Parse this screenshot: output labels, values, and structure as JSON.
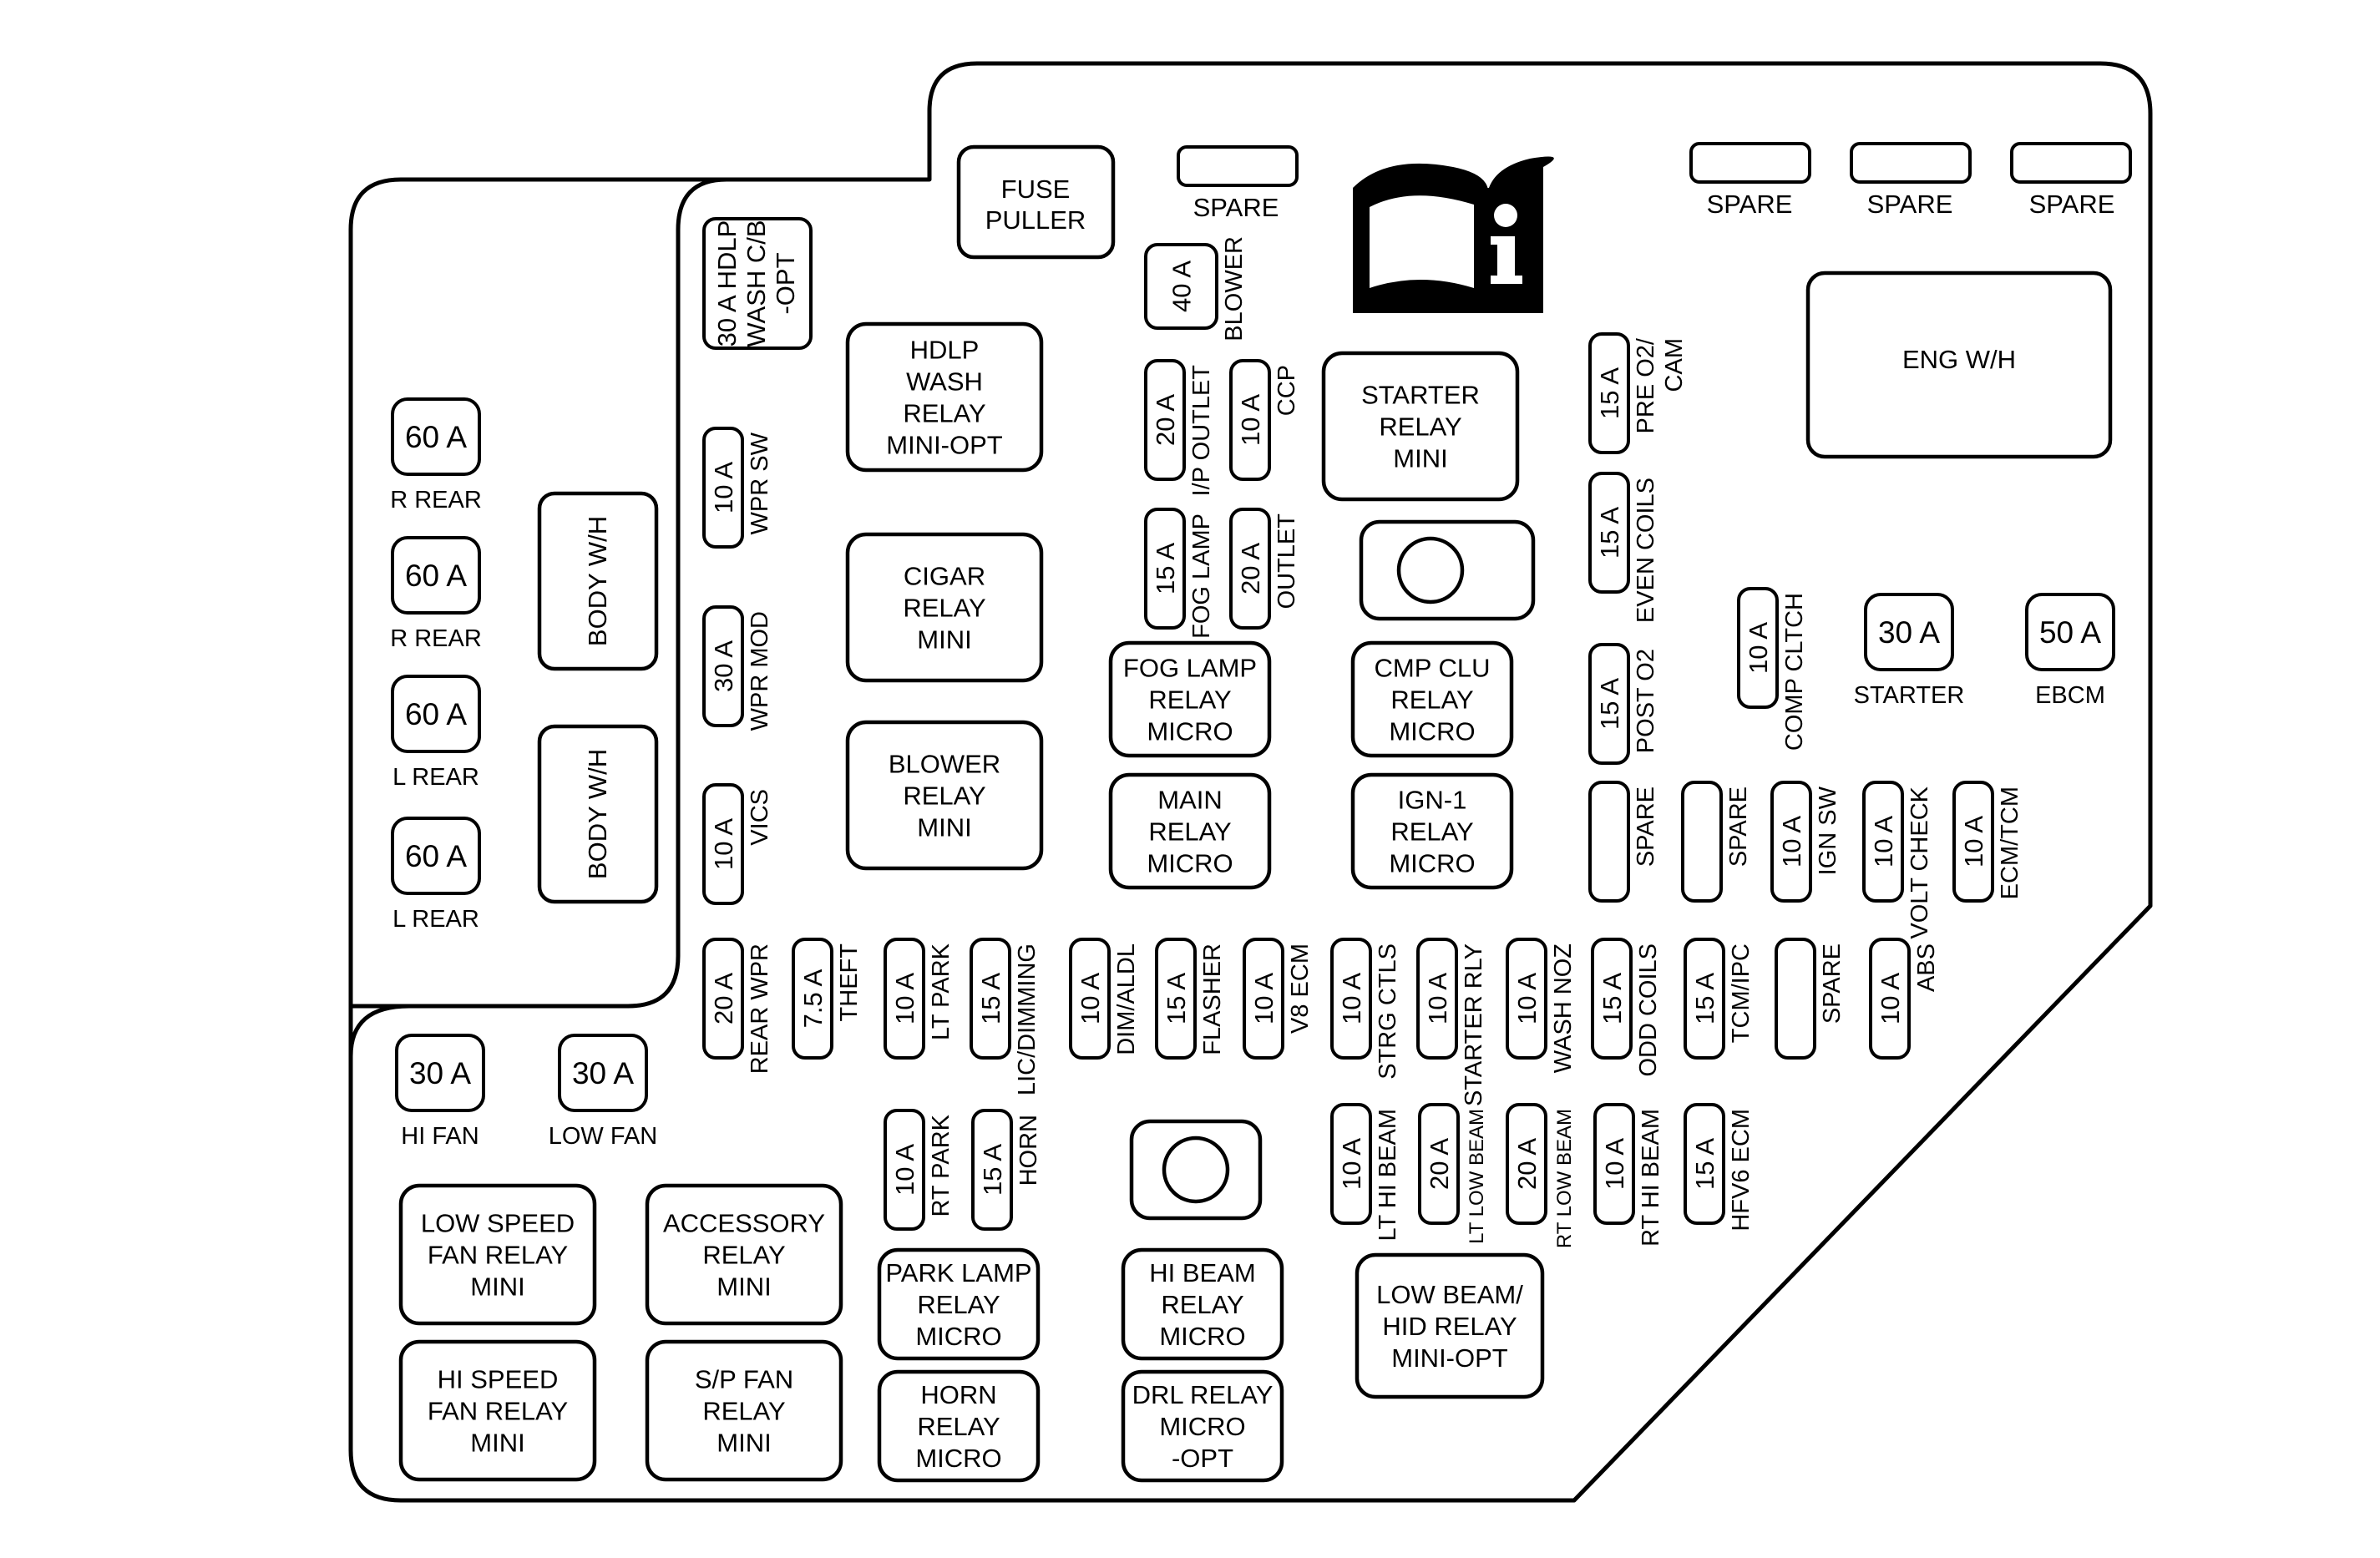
{
  "panel": {
    "fuse_puller": [
      "FUSE",
      "PULLER"
    ],
    "eng_wh": "ENG W/H",
    "body_wh_1": "BODY W/H",
    "body_wh_2": "BODY W/H",
    "info_icon": "owner-manual-info-icon"
  },
  "spares_top": [
    {
      "label": "SPARE"
    },
    {
      "label": "SPARE"
    },
    {
      "label": "SPARE"
    },
    {
      "label": "SPARE"
    }
  ],
  "left_fuses": [
    {
      "rating": "60 A",
      "label": "R REAR"
    },
    {
      "rating": "60 A",
      "label": "R REAR"
    },
    {
      "rating": "60 A",
      "label": "L REAR"
    },
    {
      "rating": "60 A",
      "label": "L REAR"
    },
    {
      "rating": "30 A",
      "label": "HI FAN"
    },
    {
      "rating": "30 A",
      "label": "LOW FAN"
    },
    {
      "rating": "30 A",
      "label": "STARTER"
    },
    {
      "rating": "50 A",
      "label": "EBCM"
    }
  ],
  "relays": [
    {
      "lines": [
        "HDLP",
        "WASH",
        "RELAY",
        "MINI-OPT"
      ]
    },
    {
      "lines": [
        "CIGAR",
        "RELAY",
        "MINI"
      ]
    },
    {
      "lines": [
        "BLOWER",
        "RELAY",
        "MINI"
      ]
    },
    {
      "lines": [
        "STARTER",
        "RELAY",
        "MINI"
      ]
    },
    {
      "lines": [
        "FOG LAMP",
        "RELAY",
        "MICRO"
      ]
    },
    {
      "lines": [
        "CMP CLU",
        "RELAY",
        "MICRO"
      ]
    },
    {
      "lines": [
        "MAIN",
        "RELAY",
        "MICRO"
      ]
    },
    {
      "lines": [
        "IGN-1",
        "RELAY",
        "MICRO"
      ]
    },
    {
      "lines": [
        "LOW SPEED",
        "FAN RELAY",
        "MINI"
      ]
    },
    {
      "lines": [
        "ACCESSORY",
        "RELAY",
        "MINI"
      ]
    },
    {
      "lines": [
        "HI SPEED",
        "FAN RELAY",
        "MINI"
      ]
    },
    {
      "lines": [
        "S/P FAN",
        "RELAY",
        "MINI"
      ]
    },
    {
      "lines": [
        "PARK LAMP",
        "RELAY",
        "MICRO"
      ]
    },
    {
      "lines": [
        "HORN",
        "RELAY",
        "MICRO"
      ]
    },
    {
      "lines": [
        "HI BEAM",
        "RELAY",
        "MICRO"
      ]
    },
    {
      "lines": [
        "DRL RELAY",
        "MICRO",
        "-OPT"
      ]
    },
    {
      "lines": [
        "LOW BEAM/",
        "HID RELAY",
        "MINI-OPT"
      ]
    }
  ],
  "vertical_fuses": [
    {
      "rating": "30 A HDLP",
      "label": "WASH C/B",
      "label2": "-OPT"
    },
    {
      "rating": "10 A",
      "label": "WPR SW"
    },
    {
      "rating": "30 A",
      "label": "WPR MOD"
    },
    {
      "rating": "10 A",
      "label": "VICS"
    },
    {
      "rating": "40 A",
      "label": "BLOWER"
    },
    {
      "rating": "20 A",
      "label": "I/P OUTLET"
    },
    {
      "rating": "10 A",
      "label": "CCP"
    },
    {
      "rating": "15 A",
      "label": "FOG LAMP"
    },
    {
      "rating": "20 A",
      "label": "OUTLET"
    },
    {
      "rating": "15 A",
      "label": "PRE O2/",
      "label2": "CAM"
    },
    {
      "rating": "15 A",
      "label": "EVEN COILS"
    },
    {
      "rating": "10 A",
      "label": "COMP CLTCH"
    },
    {
      "rating": "15 A",
      "label": "POST O2"
    },
    {
      "rating": "",
      "label": "SPARE"
    },
    {
      "rating": "",
      "label": "SPARE"
    },
    {
      "rating": "10 A",
      "label": "IGN SW"
    },
    {
      "rating": "10 A",
      "label": "VOLT CHECK"
    },
    {
      "rating": "10 A",
      "label": "ECM/TCM"
    },
    {
      "rating": "20 A",
      "label": "REAR WPR"
    },
    {
      "rating": "7.5 A",
      "label": "THEFT"
    },
    {
      "rating": "10 A",
      "label": "LT PARK"
    },
    {
      "rating": "15 A",
      "label": "LIC/DIMMING"
    },
    {
      "rating": "10 A",
      "label": "DIM/ALDL"
    },
    {
      "rating": "15 A",
      "label": "FLASHER"
    },
    {
      "rating": "10 A",
      "label": "V8 ECM"
    },
    {
      "rating": "10 A",
      "label": "STRG CTLS"
    },
    {
      "rating": "10 A",
      "label": "STARTER RLY"
    },
    {
      "rating": "10 A",
      "label": "WASH NOZ"
    },
    {
      "rating": "15 A",
      "label": "ODD COILS"
    },
    {
      "rating": "15 A",
      "label": "TCM/IPC"
    },
    {
      "rating": "",
      "label": "SPARE"
    },
    {
      "rating": "10 A",
      "label": "ABS"
    },
    {
      "rating": "10 A",
      "label": "RT PARK"
    },
    {
      "rating": "15 A",
      "label": "HORN"
    },
    {
      "rating": "10 A",
      "label": "LT HI BEAM"
    },
    {
      "rating": "20 A",
      "label": "LT LOW BEAM"
    },
    {
      "rating": "20 A",
      "label": "RT LOW BEAM"
    },
    {
      "rating": "10 A",
      "label": "RT HI BEAM"
    },
    {
      "rating": "15 A",
      "label": "HFV6 ECM"
    }
  ]
}
